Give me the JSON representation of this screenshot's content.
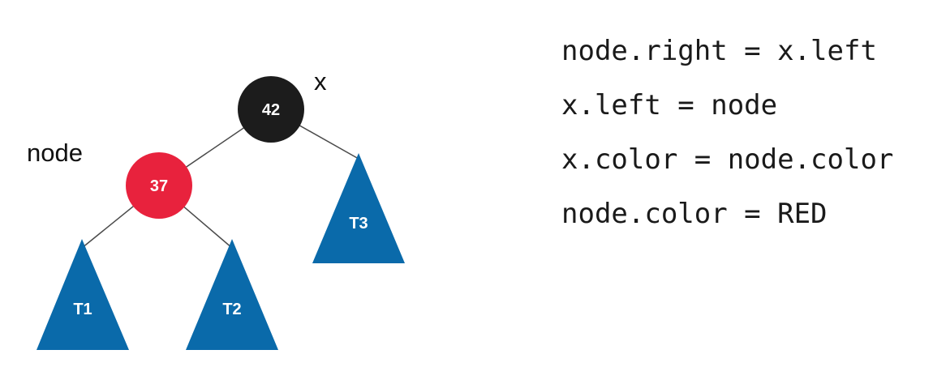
{
  "diagram": {
    "nodes": [
      {
        "id": "x",
        "value": "42",
        "color": "#1c1c1c",
        "label": "x"
      },
      {
        "id": "node",
        "value": "37",
        "color": "#e8223d",
        "label": "node"
      }
    ],
    "subtrees": [
      {
        "id": "T1",
        "label": "T1",
        "parent": "node",
        "side": "left"
      },
      {
        "id": "T2",
        "label": "T2",
        "parent": "node",
        "side": "right"
      },
      {
        "id": "T3",
        "label": "T3",
        "parent": "x",
        "side": "right"
      }
    ],
    "subtree_color": "#0a6aaa",
    "edge_color": "#4a4a4a"
  },
  "code": {
    "lines": [
      "node.right = x.left",
      "x.left = node",
      "x.color = node.color",
      "node.color = RED"
    ]
  }
}
